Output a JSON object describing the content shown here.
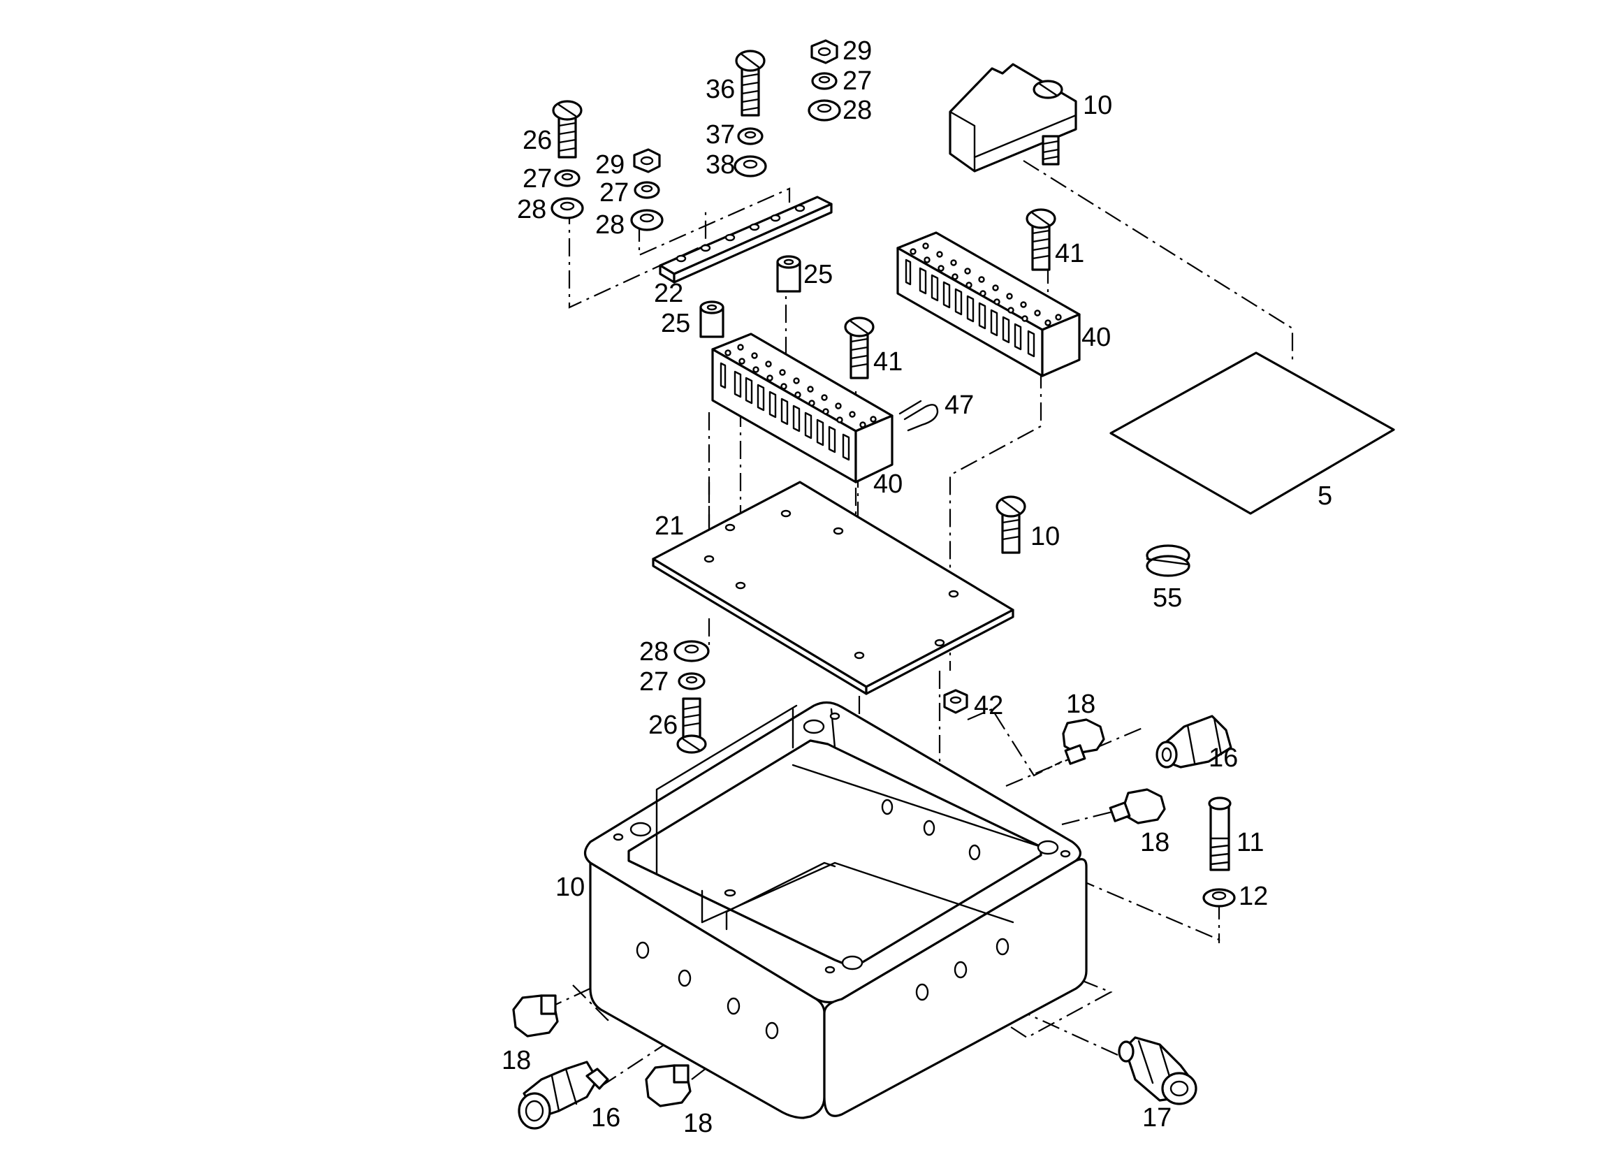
{
  "labels": [
    "5",
    "10",
    "11",
    "12",
    "16",
    "17",
    "18",
    "21",
    "22",
    "25",
    "26",
    "27",
    "28",
    "29",
    "36",
    "37",
    "38",
    "40",
    "41",
    "42",
    "47",
    "55"
  ],
  "callouts": {
    "c29a": "29",
    "c27a": "27",
    "c28a": "28",
    "c36": "36",
    "c37": "37",
    "c38": "38",
    "c26a": "26",
    "c27b": "27",
    "c28b": "28",
    "c29b": "29",
    "c27c": "27",
    "c28c": "28",
    "c22": "22",
    "c25a": "25",
    "c25b": "25",
    "c10a": "10",
    "c41a": "41",
    "c40a": "40",
    "c41b": "41",
    "c47": "47",
    "c40b": "40",
    "c5": "5",
    "c21": "21",
    "c10b": "10",
    "c55": "55",
    "c28d": "28",
    "c27d": "27",
    "c26b": "26",
    "c42": "42",
    "c18a": "18",
    "c16a": "16",
    "c18b": "18",
    "c11": "11",
    "c12": "12",
    "c10c": "10",
    "c18c": "18",
    "c16b": "16",
    "c18d": "18",
    "c17": "17"
  }
}
